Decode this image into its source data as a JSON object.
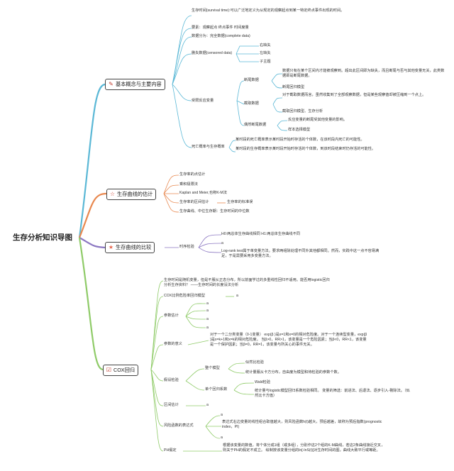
{
  "root": "生存分析知识导图",
  "branches": {
    "basic": {
      "label": "基本概念与主要内容",
      "icon": "checklist-icon",
      "survival_time": "生存时间(survival time):可以广泛地定义为从规定的观察起点到某一特定终点事件出现的时间。",
      "elements": "要素：观察起点 终点事件 时间度量",
      "data_types": "数据分为：完全数据(complete data)",
      "censored": "删失数据(censored data)",
      "censor_right": "右缺失",
      "censor_left": "左缺失",
      "censor_interval": "子主题",
      "response": "受限反应变量",
      "truncated": "断尾数据",
      "truncated_desc": "数据只有在某个区间内才能被观察到。超出此区间即为缺失，而且断尾与否与其他变量无关，此类数据即是断尾数据。",
      "truncated_model": "断尾回归模型",
      "cut": "截取数据",
      "cut_desc": "对于截取数据而言，虽然收集到了全部观察数据，但是某些观察值却被压缩到一个点上。",
      "cut_model": "截取回归模型、生存分析",
      "incidental": "偶然断尾数据",
      "incidental_desc": "反应变量的断尾受其他变量的影响。",
      "sample_select": "样本选择模型",
      "death_rate": "死亡概率与生存概率",
      "death_desc": "某时段的死亡概率表示某时段开始时存活的个体数，在该时段内死亡的可能性。",
      "survive_desc": "某时段的生存概率表示某时段开始时存活的个体数，到该时段结束时仍存活的可能性。"
    },
    "estimate": {
      "label": "生存曲线的估计",
      "icon": "star-outline-icon",
      "items": [
        "生存率的点估计",
        "乘积极限法",
        "Kaplan and Meier,也称K-M法",
        "生存率的区间估计",
        "生存曲线、中位生存期：生存时间的中位数"
      ],
      "se": "生存率的标准误"
    },
    "compare": {
      "label": "生存曲线的比较",
      "icon": "star-filled-icon",
      "test": "时序检验",
      "h0": "H0:两总体生存曲线相同 H1:两总体生存曲线不同",
      "a": "a",
      "logrank": "Log-rank test属于单变量方法。要求两组除处理不同外其他都相同。然而，实践中这一点不容易满足，于是需要采用多变量方法。"
    },
    "cox": {
      "label": "COX回归",
      "icon": "check-box-icon",
      "intro": "生存时间是随机变量，但是不服从正态分布，所以前面学过的多重线性回归不适用。能否用logistic回归分析生存资料？ ——生存时间的长度没法分析",
      "model": "COX比例危险率回归模型",
      "a": "a",
      "param_est": "参数估计",
      "param_meaning": "参数的意义",
      "param_desc": "对于一个二分类变量（0-1变量） exp(β )是x=1和x=0的相对危险度。对于一个连续型变量，exp(β )是x=k+1和x=k的相对危险度。 当β>0，RR>1，该变量是一个危险因素；当β<0，RR<1，该变量是一个保护因素；当β=0，RR=1，该变量与所关心的事件无关。",
      "hypothesis": "假设检验",
      "whole": "整个模型",
      "whole_1": "似然比检验",
      "whole_2": "统计量服从卡方分布，自由度为模型和待检验的参数个数。",
      "single": "单个回归系数",
      "single_1": "Wald检验",
      "single_2": "统计量与logistic模型回归系数检验相同。 变量的筛选：前进法、后退法、逐步引入-剔除法。（似然比卡方值）",
      "interval": "区间估计",
      "risk_expr": "风险函数的表达式",
      "risk_desc": "表达式右边变量的线性组合取值越大，则风险函数h(t)越大，预后越差，故称为预后指数(prognostic index，PI)",
      "ph": "PH假定",
      "ph_desc": "根据该变量的数值，将个体分成1组（或多组），分别作这2个组的K-M曲线，若这2条曲线接近交叉，则关于PH的假定不成立。 绘制按该变量分组的ln[-lnS(t)]对生存时间的图，曲线大致平行或等距。"
    }
  },
  "colors": {
    "blue": "#5bb8d6",
    "orange": "#e8884f",
    "purple": "#8c78c2",
    "green": "#8fcb68"
  }
}
